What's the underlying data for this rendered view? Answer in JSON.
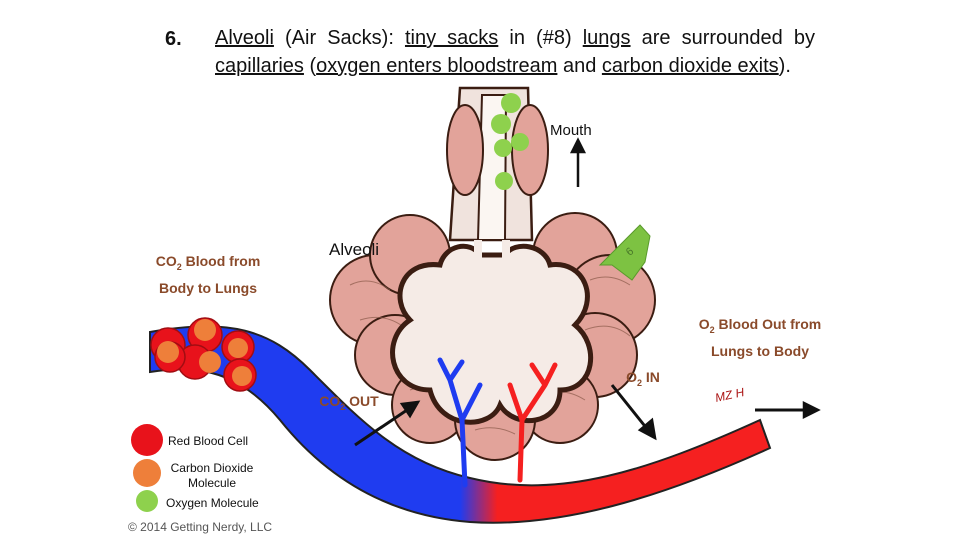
{
  "heading": {
    "number": "6.",
    "parts": [
      {
        "text": "Alveoli",
        "u": true
      },
      {
        "text": " (Air Sacks):  ",
        "u": false
      },
      {
        "text": "tiny sacks",
        "u": true
      },
      {
        "text": " in  (#8) ",
        "u": false
      },
      {
        "text": "lungs",
        "u": true
      },
      {
        "text": " are surrounded by  ",
        "u": false
      },
      {
        "text": "capillaries",
        "u": true
      },
      {
        "text": "  (",
        "u": false
      },
      {
        "text": "oxygen  enters  bloodstream",
        "u": true
      },
      {
        "text": "  and  ",
        "u": false
      },
      {
        "text": "carbon dioxide exits",
        "u": true
      },
      {
        "text": ").",
        "u": false
      }
    ]
  },
  "labels": {
    "mouth": "Mouth",
    "alveoli": "Alveoli",
    "co2_in_a": "CO",
    "co2_in_sub": "2",
    "co2_in_b": " Blood from",
    "co2_in_c": "Body to Lungs",
    "o2_out_a": "O",
    "o2_out_sub": "2",
    "o2_out_b": " Blood Out from",
    "o2_out_c": "Lungs to Body",
    "co2_out_a": "CO",
    "co2_out_sub": "2",
    "co2_out_b": " OUT",
    "o2_in_a": "O",
    "o2_in_sub": "2",
    "o2_in_b": " IN",
    "arrow_num": "6",
    "signature": "MZ H"
  },
  "legend": [
    {
      "label": "Red Blood Cell",
      "color": "#e8121b"
    },
    {
      "label": "Carbon Dioxide\nMolecule",
      "color": "#ee7f3a"
    },
    {
      "label": "Oxygen Molecule",
      "color": "#8ed14d"
    }
  ],
  "copyright": "© 2014 Getting Nerdy, LLC",
  "colors": {
    "blood_blue": "#1f3cf0",
    "blood_red": "#f52020",
    "lung_pink": "#e2a39a",
    "lung_outline": "#3b1d12",
    "arrow_green": "#7dc242",
    "label_brown": "#8a4a2a"
  }
}
